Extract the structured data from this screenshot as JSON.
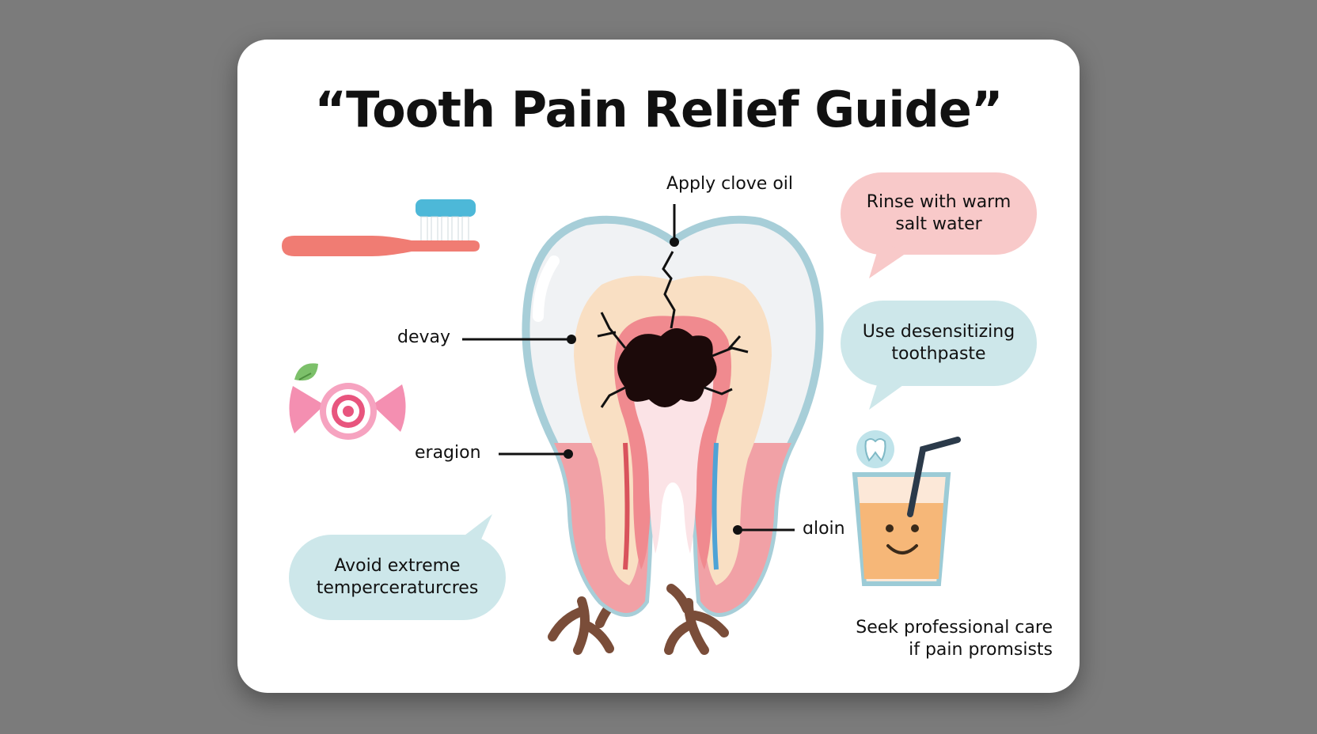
{
  "title": "“Tooth Pain Relief Guide”",
  "labels": {
    "clove": "Apply clove oil",
    "decay": "devay",
    "erosion": "eragion",
    "pain": "ɑloin"
  },
  "bubbles": {
    "rinse": [
      "Rinse with warm",
      "salt water"
    ],
    "toothpaste": [
      "Use desensitizing",
      "toothpaste"
    ],
    "temperature": [
      "Avoid extreme",
      "temperceraturcres"
    ]
  },
  "footer": [
    "Seek professional care",
    "if pain promsists"
  ],
  "colors": {
    "background": "#7b7b7b",
    "card": "#ffffff",
    "pink_bubble": "#f8c9c9",
    "blue_bubble": "#cde7ea",
    "enamel_outline": "#a7ced8",
    "gum_pink": "#f1a1a6",
    "decay": "#1c0a0a",
    "roots": "#7a4d39"
  },
  "icons": [
    "toothbrush-icon",
    "candy-icon",
    "juice-glass-icon",
    "tooth-badge-icon"
  ]
}
